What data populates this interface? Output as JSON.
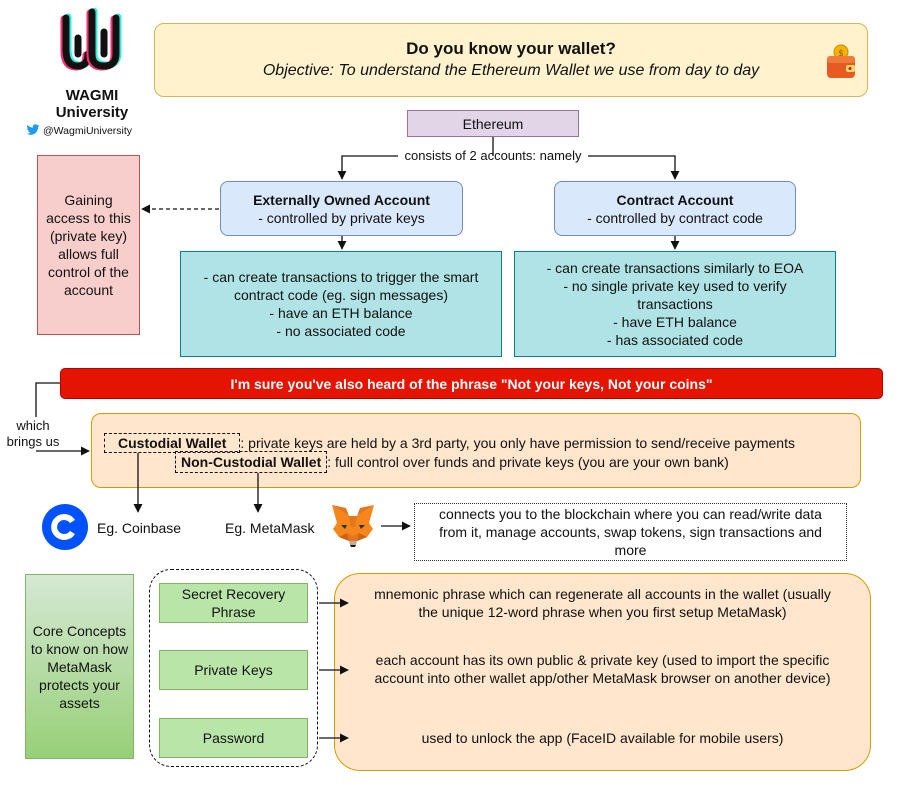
{
  "brand": {
    "name_line1": "WAGMI",
    "name_line2": "University",
    "twitter_handle": "@WagmiUniversity"
  },
  "header": {
    "title": "Do you know your wallet?",
    "subtitle": "Objective: To understand the Ethereum Wallet we use from day to day"
  },
  "ethereum": {
    "label": "Ethereum",
    "connector_label": "consists of 2 accounts: namely"
  },
  "eoa": {
    "title": "Externally Owned Account",
    "subtitle": "- controlled by private keys",
    "details": [
      "- can create transactions to trigger the smart",
      "contract code (eg. sign messages)",
      "- have an ETH balance",
      "- no associated code"
    ]
  },
  "contract_account": {
    "title": "Contract Account",
    "subtitle": "- controlled by contract code",
    "details": [
      "- can create transactions similarly to EOA",
      "- no single private key used to verify",
      "transactions",
      "- have ETH balance",
      "- has associated code"
    ]
  },
  "access_note": {
    "lines": [
      "Gaining",
      "access to this",
      "(private key)",
      "allows full",
      "control of the",
      "account"
    ]
  },
  "phrase_banner": "I'm sure you've also heard of the phrase \"Not your keys, Not your coins\"",
  "brings_us": {
    "line1": "which",
    "line2": "brings us"
  },
  "wallets": {
    "custodial_label": "Custodial Wallet",
    "custodial_desc": ": private keys are held by a 3rd party, you only have permission to send/receive payments",
    "noncustodial_label": "Non-Custodial Wallet",
    "noncustodial_desc": ": full control over funds and private keys (you are your own bank)"
  },
  "examples": {
    "coinbase": "Eg. Coinbase",
    "metamask": "Eg. MetaMask",
    "metamask_note": [
      "connects you to the blockchain where you can read/write data",
      "from it, manage accounts, swap tokens, sign transactions and",
      "more"
    ]
  },
  "core_concepts": {
    "lines": [
      "Core Concepts",
      "to know on how",
      "MetaMask",
      "protects your",
      "assets"
    ],
    "items": [
      {
        "label_lines": [
          "Secret Recovery",
          "Phrase"
        ],
        "description": [
          "mnemonic phrase which can regenerate all accounts in the wallet (usually",
          "the unique 12-word phrase when you first setup MetaMask)"
        ]
      },
      {
        "label_lines": [
          "Private Keys"
        ],
        "description": [
          "each account has its own public & private key (used to import the specific",
          "account into other wallet app/other MetaMask browser on another device)"
        ]
      },
      {
        "label_lines": [
          "Password"
        ],
        "description": [
          "used to unlock the app (FaceID available for mobile users)"
        ]
      }
    ]
  },
  "colors": {
    "header_bg": "#fff2cc",
    "header_border": "#d6b656",
    "purple_bg": "#e1d5e7",
    "purple_border": "#9673a6",
    "blue_bg": "#dae8fc",
    "blue_border": "#6c8ebf",
    "teal_bg": "#b0e3e6",
    "teal_border": "#0e8088",
    "red_note_bg": "#f8cecc",
    "red_note_border": "#b85450",
    "banner_bg": "#e51400",
    "banner_border": "#b20000",
    "orange_bg": "#ffe6cc",
    "orange_border": "#d79b00",
    "green_bg": "#d5e8d4",
    "green_border": "#82b366",
    "coinbase_blue": "#0052ff",
    "twitter_blue": "#1d9bf0"
  },
  "icons": [
    "wagmi-logo-icon",
    "twitter-icon",
    "wallet-icon",
    "coinbase-icon",
    "metamask-fox-icon"
  ]
}
